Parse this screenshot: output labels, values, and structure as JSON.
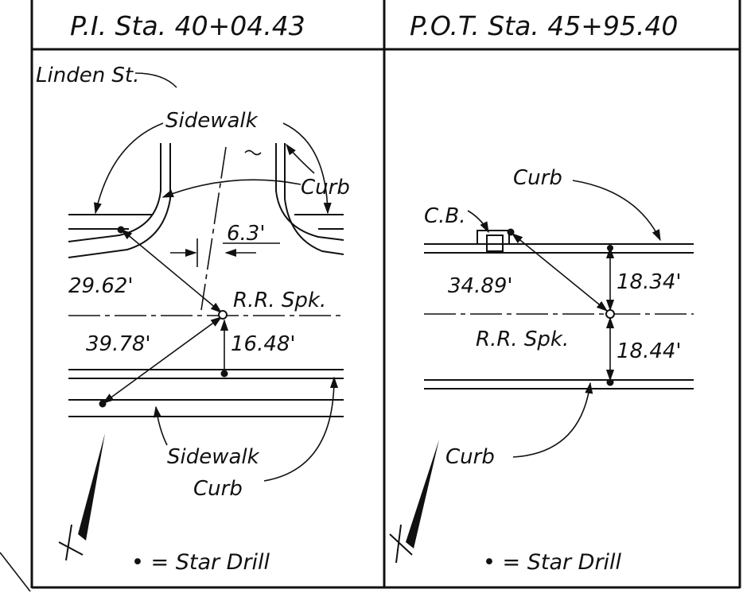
{
  "left_panel": {
    "header": "P.I. Sta. 40+04.43",
    "street": "Linden St.",
    "sidewalk_top": "Sidewalk",
    "curb_top": "Curb",
    "dim_offset": "6.3'",
    "tie_1": "29.62'",
    "tie_2": "39.78'",
    "spike": "R.R. Spk.",
    "dim_vertical": "16.48'",
    "sidewalk_bottom": "Sidewalk",
    "curb_bottom": "Curb",
    "legend": "• = Star Drill"
  },
  "right_panel": {
    "header": "P.O.T. Sta. 45+95.40",
    "curb_top": "Curb",
    "catch_basin": "C.B.",
    "tie": "34.89'",
    "dim_up": "18.34'",
    "spike": "R.R. Spk.",
    "dim_down": "18.44'",
    "curb_bottom": "Curb",
    "legend": "• = Star Drill"
  },
  "colors": {
    "ink": "#111111",
    "paper": "#ffffff"
  }
}
